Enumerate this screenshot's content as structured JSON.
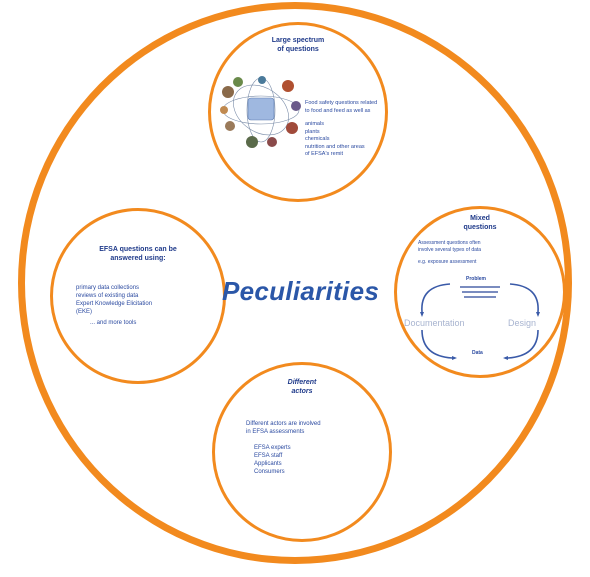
{
  "center": {
    "title": "Peculiarities"
  },
  "top": {
    "title_line1": "Large spectrum",
    "title_line2": "of questions",
    "text_lines": [
      "Food safety questions related",
      "to food and feed as well as"
    ],
    "bullets": [
      "animals",
      "plants",
      "chemicals",
      "nutrition and other areas",
      "of EFSA's remit"
    ]
  },
  "right": {
    "title_line1": "Mixed",
    "title_line2": "questions",
    "text_lines": [
      "Assessment questions often",
      "involve several types of data"
    ],
    "sub": "e.g. exposure assessment",
    "cycle_top": "Problem",
    "cycle_left": "Documentation",
    "cycle_right": "Design",
    "cycle_bottom": "Data"
  },
  "left": {
    "title_line1": "EFSA questions can be",
    "title_line2": "answered using:",
    "bullets": [
      "primary data collections",
      "reviews of existing data",
      "Expert Knowledge Elicitation",
      "(EKE)"
    ],
    "note": "... and more tools"
  },
  "bottom": {
    "title_line1": "Different",
    "title_line2": "actors",
    "text_lines": [
      "Different actors are involved",
      "in EFSA assessments"
    ],
    "bullets": [
      "EFSA experts",
      "EFSA staff",
      "Applicants",
      "Consumers"
    ]
  },
  "colors": {
    "accent": "#f28a1e",
    "text": "#1f3a8a"
  }
}
